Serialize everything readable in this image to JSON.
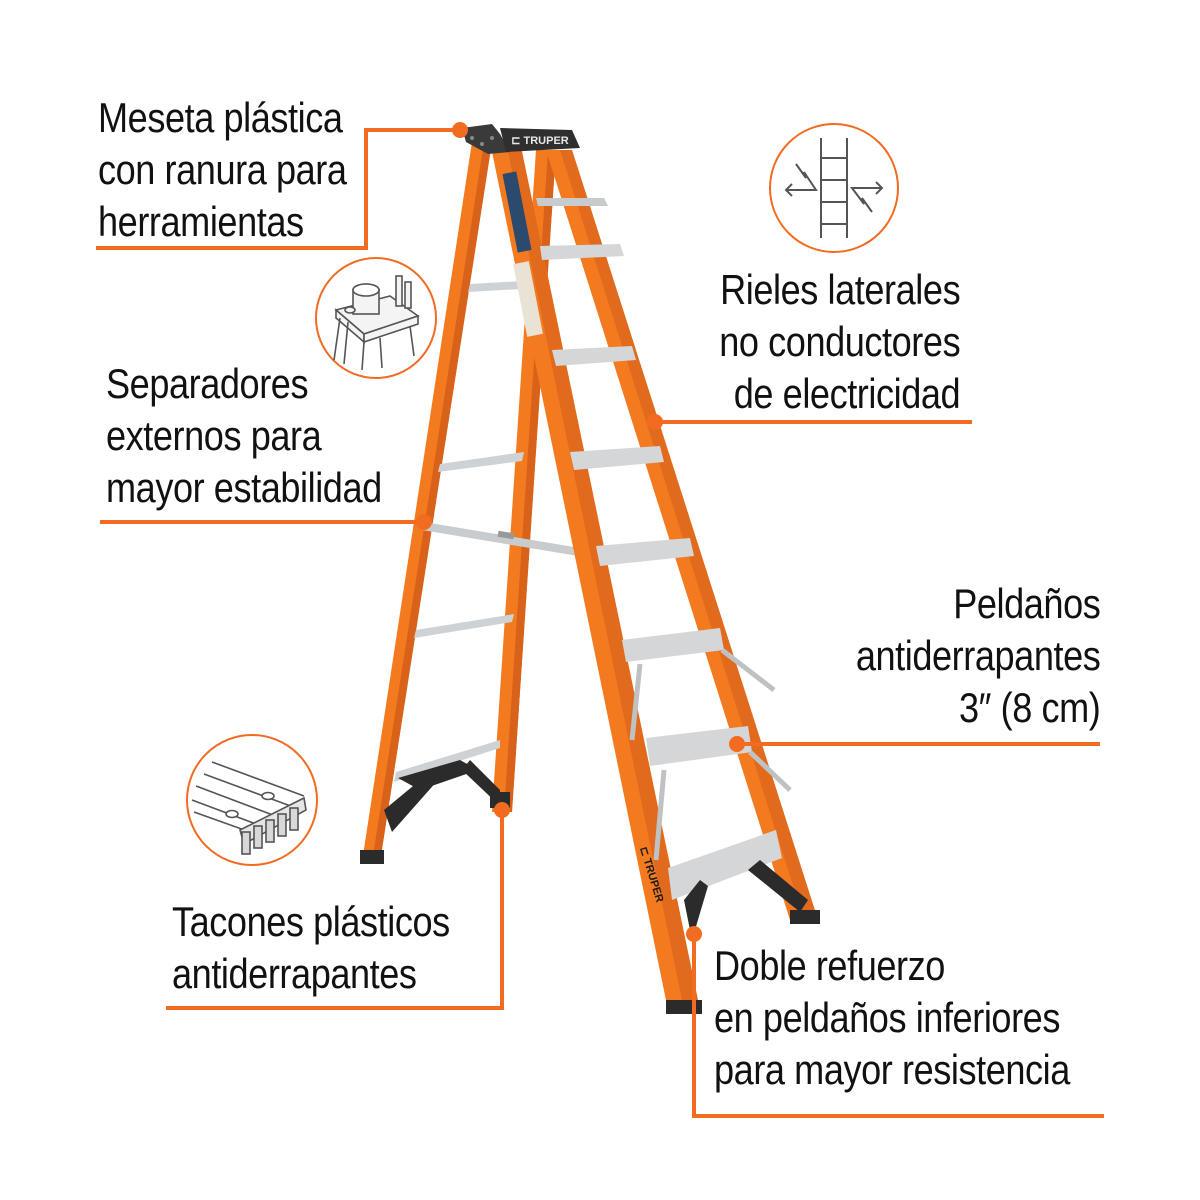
{
  "colors": {
    "accent": "#f26b21",
    "ladder_orange": "#f47a20",
    "ladder_orange_dark": "#d9621a",
    "aluminum": "#d4d6d8",
    "plastic_black": "#2b2b2b",
    "text": "#111111",
    "icon_stroke": "#555555"
  },
  "brand": {
    "top_cap_logo": "TRUPER",
    "rail_logo": "TRUPER"
  },
  "callouts": [
    {
      "id": "top-cap",
      "lines": [
        "Meseta plástica",
        "con ranura para",
        "herramientas"
      ],
      "icon": "tool-tray-icon"
    },
    {
      "id": "rails",
      "lines": [
        "Rieles laterales",
        "no conductores",
        "de electricidad"
      ],
      "icon": "non-conductive-ladder-icon"
    },
    {
      "id": "spreaders",
      "lines": [
        "Separadores",
        "externos para",
        "mayor estabilidad"
      ],
      "icon": null
    },
    {
      "id": "steps",
      "lines": [
        "Peldaños",
        "antiderrapantes",
        "3″ (8 cm)"
      ],
      "icon": null
    },
    {
      "id": "feet",
      "lines": [
        "Tacones plásticos",
        "antiderrapantes"
      ],
      "icon": "anti-slip-foot-icon"
    },
    {
      "id": "reinforcement",
      "lines": [
        "Doble refuerzo",
        "en peldaños inferiores",
        "para mayor resistencia"
      ],
      "icon": null
    }
  ]
}
